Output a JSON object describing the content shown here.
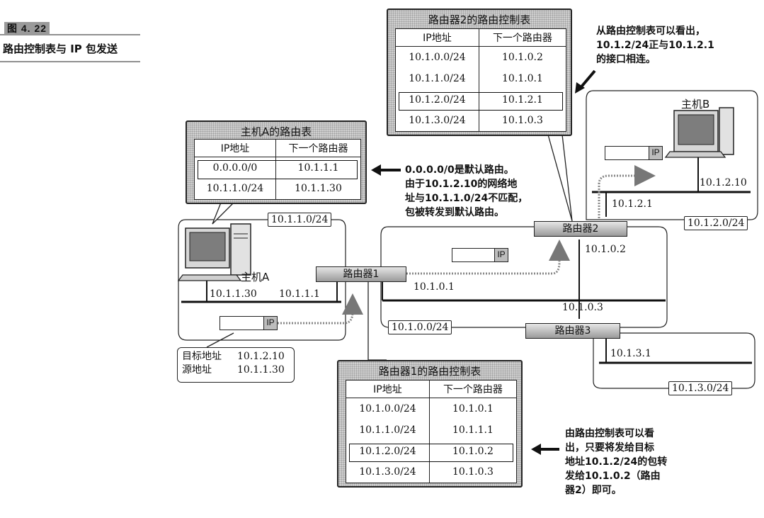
{
  "figure": {
    "number": "图 4. 22",
    "caption": "路由控制表与 IP 包发送"
  },
  "hostA_table": {
    "title": "主机A的路由表",
    "headers": [
      "IP地址",
      "下一个路由器"
    ],
    "rows": [
      [
        "0.0.0.0/0",
        "10.1.1.1"
      ],
      [
        "10.1.1.0/24",
        "10.1.1.30"
      ]
    ]
  },
  "router2_table": {
    "title": "路由器2的路由控制表",
    "headers": [
      "IP地址",
      "下一个路由器"
    ],
    "rows": [
      [
        "10.1.0.0/24",
        "10.1.0.2"
      ],
      [
        "10.1.1.0/24",
        "10.1.0.1"
      ],
      [
        "10.1.2.0/24",
        "10.1.2.1"
      ],
      [
        "10.1.3.0/24",
        "10.1.0.3"
      ]
    ]
  },
  "router1_table": {
    "title": "路由器1的路由控制表",
    "headers": [
      "IP地址",
      "下一个路由器"
    ],
    "rows": [
      [
        "10.1.0.0/24",
        "10.1.0.1"
      ],
      [
        "10.1.1.0/24",
        "10.1.1.1"
      ],
      [
        "10.1.2.0/24",
        "10.1.0.2"
      ],
      [
        "10.1.3.0/24",
        "10.1.0.3"
      ]
    ]
  },
  "notes": {
    "router2_note": [
      "从路由控制表可以看出，",
      "10.1.2/24正与10.1.2.1",
      "的接口相连。"
    ],
    "default_route_note": [
      "0.0.0.0/0是默认路由。",
      "由于10.1.2.10的网络地",
      "址与10.1.1.0/24不匹配，",
      "包被转发到默认路由。"
    ],
    "router1_note": [
      "由路由控制表可以看",
      "出，只要将发给目标",
      "地址10.1.2/24的包转",
      "发给10.1.0.2（路由",
      "器2）即可。"
    ]
  },
  "networks": {
    "net_10_1_1": "10.1.1.0/24",
    "net_10_1_0": "10.1.0.0/24",
    "net_10_1_2": "10.1.2.0/24",
    "net_10_1_3": "10.1.3.0/24"
  },
  "hosts": {
    "hostA": "主机A",
    "hostB": "主机B"
  },
  "routers": {
    "r1": "路由器1",
    "r2": "路由器2",
    "r3": "路由器3"
  },
  "addresses": {
    "hostA_ip": "10.1.1.30",
    "r1_lan": "10.1.1.1",
    "r1_wan": "10.1.0.1",
    "r2_wan": "10.1.0.2",
    "r2_lan": "10.1.2.1",
    "r3_wan": "10.1.0.3",
    "r3_lan": "10.1.3.1",
    "hostB_ip": "10.1.2.10"
  },
  "packet_label": "IP",
  "packet_info": {
    "dst_label": "目标地址",
    "dst_value": "10.1.2.10",
    "src_label": "源地址",
    "src_value": "10.1.1.30"
  }
}
